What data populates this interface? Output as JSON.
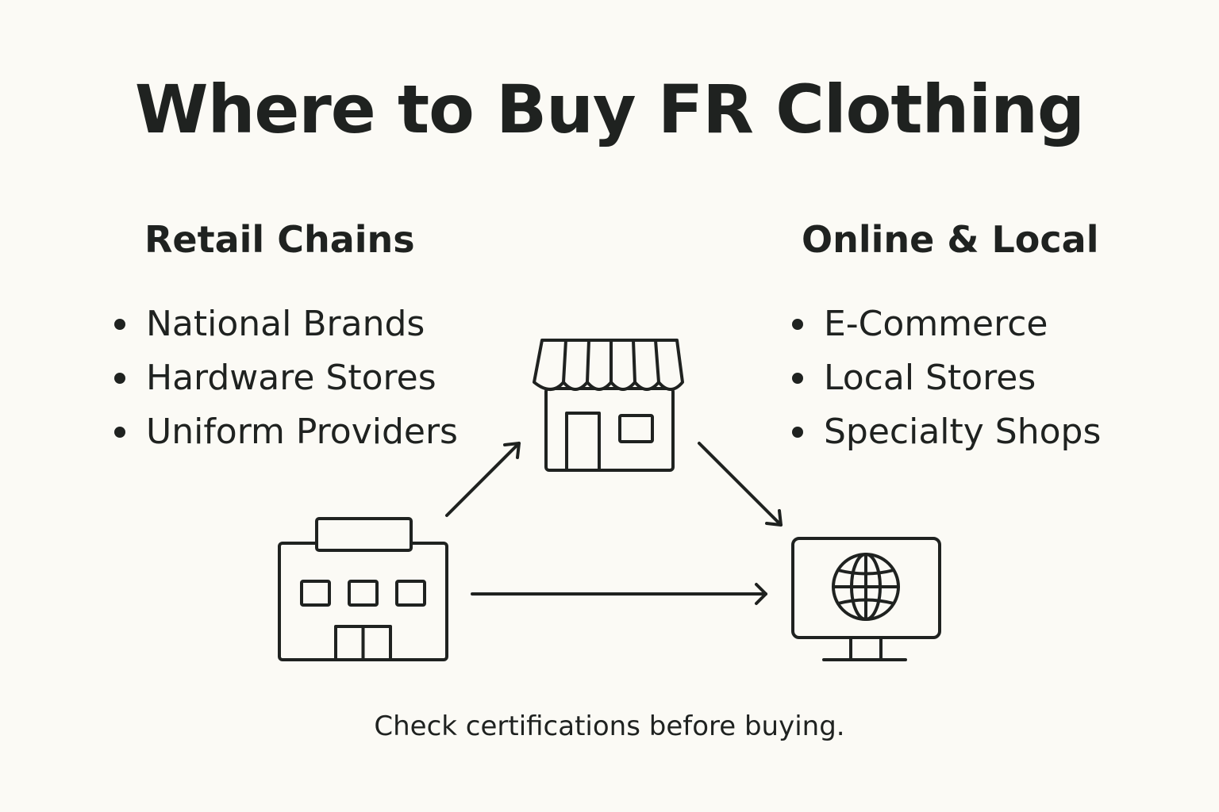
{
  "title": "Where to Buy FR Clothing",
  "columns": {
    "left": {
      "heading": "Retail Chains",
      "items": [
        "National Brands",
        "Hardware Stores",
        "Uniform Providers"
      ]
    },
    "right": {
      "heading": "Online & Local",
      "items": [
        "E-Commerce",
        "Local Stores",
        "Specialty Shops"
      ]
    }
  },
  "icons": {
    "left_building": "office-building-icon",
    "center_store": "storefront-icon",
    "right_monitor": "globe-monitor-icon"
  },
  "footer": "Check certifications before buying.",
  "colors": {
    "background": "#fbfaf5",
    "ink": "#1f2220"
  }
}
